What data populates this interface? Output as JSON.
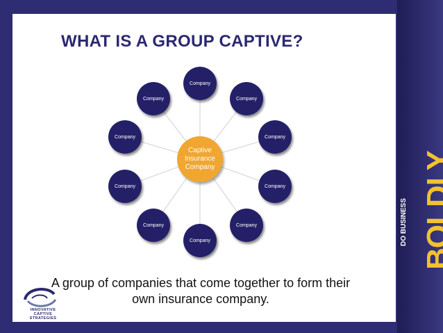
{
  "slide": {
    "title": "WHAT IS A GROUP CAPTIVE?",
    "caption_line1": "A group of companies that come together to form their",
    "caption_line2": "own insurance company."
  },
  "diagram": {
    "center_lines": [
      "Captive",
      "Insurance",
      "Company"
    ],
    "nodes": [
      "Company",
      "Company",
      "Company",
      "Company",
      "Company",
      "Company",
      "Company",
      "Company",
      "Company",
      "Company"
    ]
  },
  "logo": {
    "text_line1": "INNOVATIVE",
    "text_line2": "CAPTIVE",
    "text_line3": "STRATEGIES"
  },
  "sidebar": {
    "brand_big": "BOLDLY",
    "brand_small": "DO BUSINESS"
  },
  "colors": {
    "node": "#242068",
    "center": "#f0a630",
    "title": "#2b2870",
    "accent": "#f2c230"
  }
}
